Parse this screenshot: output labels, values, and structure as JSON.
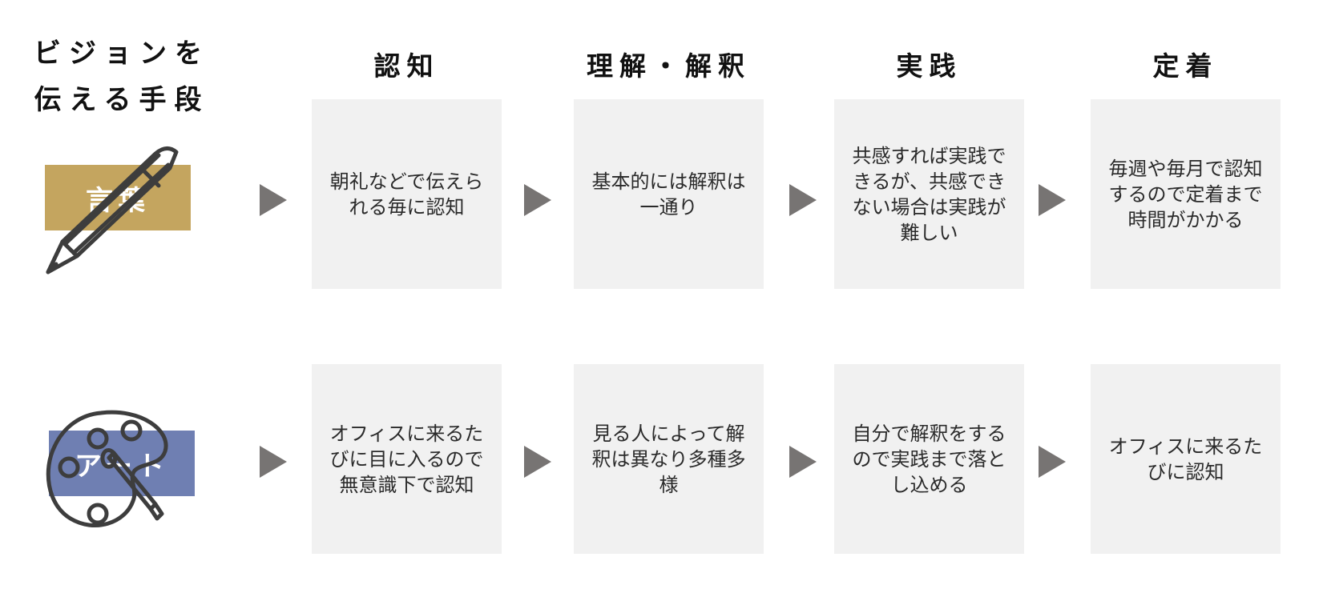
{
  "heading": {
    "line1": "ビジョンを",
    "line2": "伝える手段"
  },
  "stages": [
    "認知",
    "理解・解釈",
    "実践",
    "定着"
  ],
  "rows": [
    {
      "label": "言葉",
      "icon": "pencil-icon",
      "label_color": "#c4a55f",
      "cells": [
        "朝礼などで伝えられる毎に認知",
        "基本的には解釈は一通り",
        "共感すれば実践できるが、共感できない場合は実践が難しい",
        "毎週や毎月で認知するので定着まで時間がかかる"
      ]
    },
    {
      "label": "アート",
      "icon": "palette-icon",
      "label_color": "#6f7fb2",
      "cells": [
        "オフィスに来るたびに目に入るので無意識下で認知",
        "見る人によって解釈は異なり多種多様",
        "自分で解釈をするので実践まで落とし込める",
        "オフィスに来るたびに認知"
      ]
    }
  ],
  "colors": {
    "cell_background": "#f1f1f1",
    "arrow": "#777473",
    "icon_stroke": "#3d3d3d"
  }
}
